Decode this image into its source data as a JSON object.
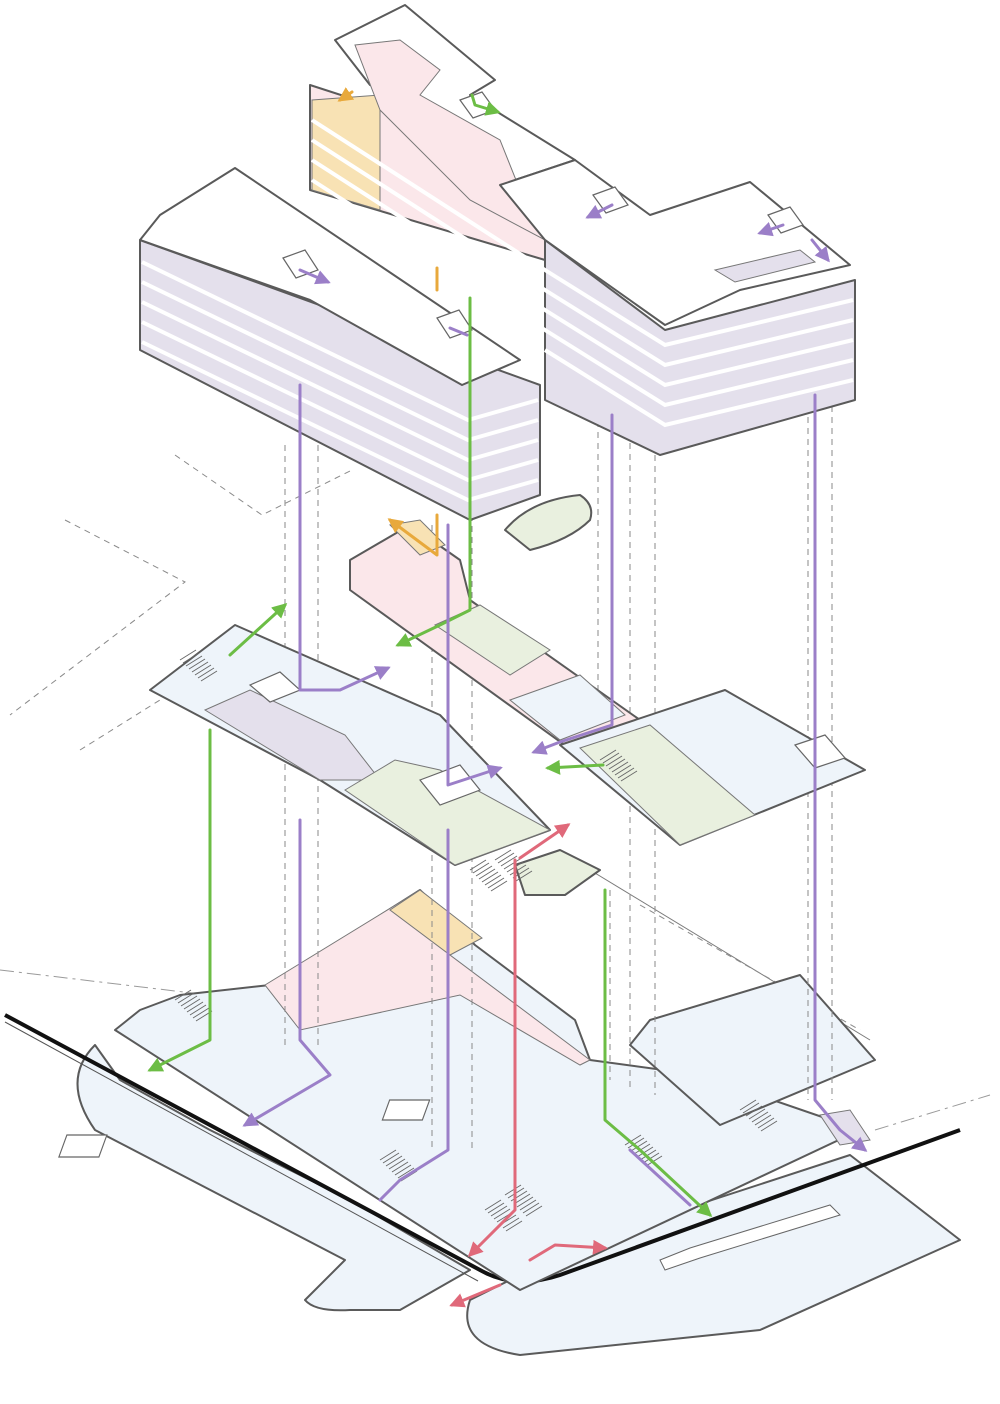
{
  "colors": {
    "canvas": "#ffffff",
    "outline": "#5a5a5a",
    "street_line": "#111111",
    "plaza_blue": "#eef4fa",
    "pink_zone": "#fbe7ea",
    "purple_zone": "#e4e0ec",
    "green_zone": "#e9f0df",
    "yellow_zone": "#f8e2b4",
    "white_floor": "#ffffff",
    "route_green": "#6cbd45",
    "route_purple": "#9b7fc8",
    "route_orange": "#e8a93c",
    "route_red": "#e0697a"
  },
  "layers": [
    "tower-left",
    "tower-right",
    "podium-floor-upper-left",
    "podium-floor-upper-center",
    "podium-floor-upper-right",
    "bridge-floor",
    "ground-floor",
    "street-level-plaza"
  ],
  "routes": [
    {
      "color_key": "route_green"
    },
    {
      "color_key": "route_purple"
    },
    {
      "color_key": "route_orange"
    },
    {
      "color_key": "route_red"
    }
  ]
}
